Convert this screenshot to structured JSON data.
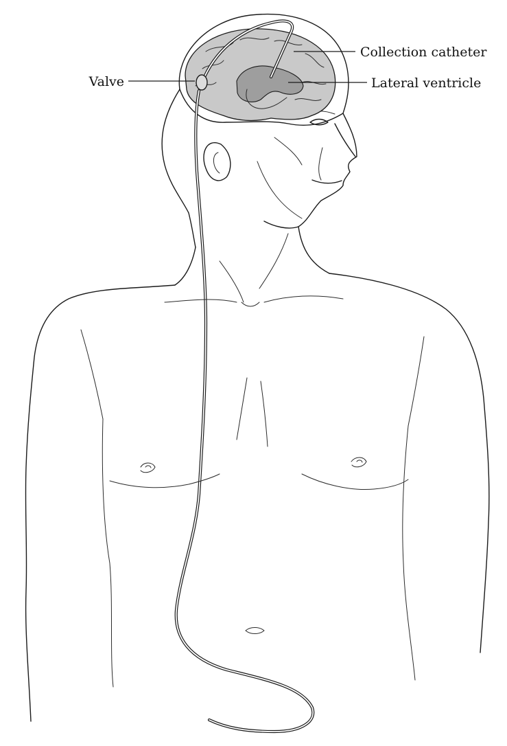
{
  "labels": {
    "valve": "Valve",
    "collection_catheter": "Collection catheter",
    "lateral_ventricle": "Lateral ventricle"
  },
  "colors": {
    "brain_fill": "#c9c9c9",
    "ventricle_fill": "#9e9e9e",
    "line": "#1a1a1a"
  }
}
